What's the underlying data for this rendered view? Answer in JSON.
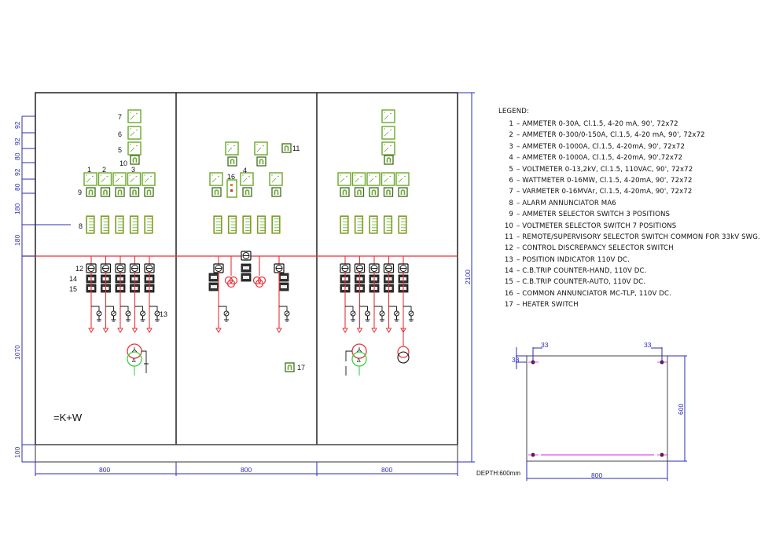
{
  "legend": {
    "title": "LEGEND:",
    "items": [
      {
        "num": "1",
        "text": "AMMETER 0-30A, Cl.1.5, 4-20 mA, 90', 72x72"
      },
      {
        "num": "2",
        "text": "AMMETER 0-300/0-150A, Cl.1.5, 4-20 mA, 90', 72x72"
      },
      {
        "num": "3",
        "text": "AMMETER 0-1000A, Cl.1.5, 4-20mA, 90', 72x72"
      },
      {
        "num": "4",
        "text": "AMMETER 0-1000A, Cl.1.5, 4-20mA, 90',72x72"
      },
      {
        "num": "5",
        "text": "VOLTMETER 0-13,2kV, Cl.1.5, 110VAC, 90', 72x72"
      },
      {
        "num": "6",
        "text": "WATTMETER 0-16MW, Cl.1.5, 4-20mA, 90', 72x72"
      },
      {
        "num": "7",
        "text": "VARMETER 0-16MVAr, Cl.1.5, 4-20mA, 90', 72x72"
      },
      {
        "num": "8",
        "text": "ALARM ANNUNCIATOR  MA6"
      },
      {
        "num": "9",
        "text": "AMMETER SELECTOR SWITCH 3 POSITIONS"
      },
      {
        "num": "10",
        "text": "VOLTMETER SELECTOR SWITCH 7 POSITIONS"
      },
      {
        "num": "11",
        "text": "REMOTE/SUPERVISORY SELECTOR SWITCH COMMON FOR 33kV SWG."
      },
      {
        "num": "12",
        "text": "CONTROL DISCREPANCY SELECTOR SWITCH"
      },
      {
        "num": "13",
        "text": "POSITION INDICATOR 110V DC."
      },
      {
        "num": "14",
        "text": "C.B.TRIP COUNTER-HAND, 110V DC."
      },
      {
        "num": "15",
        "text": "C.B.TRIP COUNTER-AUTO, 110V DC."
      },
      {
        "num": "16",
        "text": "COMMON ANNUNCIATOR MC-TLP, 110V DC."
      },
      {
        "num": "17",
        "text": "HEATER SWITCH"
      }
    ]
  },
  "panel_tag": "=K+W",
  "depth_note": "DEPTH:600mm",
  "dimensions": {
    "left_vertical": [
      "92",
      "92",
      "80",
      "92",
      "80",
      "180",
      "180",
      "1070",
      "100"
    ],
    "overall_height": "2100",
    "panel_widths": [
      "800",
      "800",
      "800"
    ],
    "base_plan": {
      "width": "800",
      "depth": "600",
      "offsets": [
        "33",
        "33",
        "33"
      ]
    }
  },
  "callouts": {
    "c1": "1",
    "c2": "2",
    "c3": "3",
    "c4": "4",
    "c5": "5",
    "c6": "6",
    "c7": "7",
    "c8": "8",
    "c9": "9",
    "c10": "10",
    "c11": "11",
    "c12": "12",
    "c13": "13",
    "c14": "14",
    "c15": "15",
    "c16": "16",
    "c17": "17"
  },
  "colors": {
    "device_green": "#6aa82a",
    "busbar_red": "#e8333a",
    "dimension_blue": "#2b2bb5",
    "outline_black": "#111111",
    "ct_green": "#3ecf3e",
    "anchor_magenta": "#e020e0"
  }
}
